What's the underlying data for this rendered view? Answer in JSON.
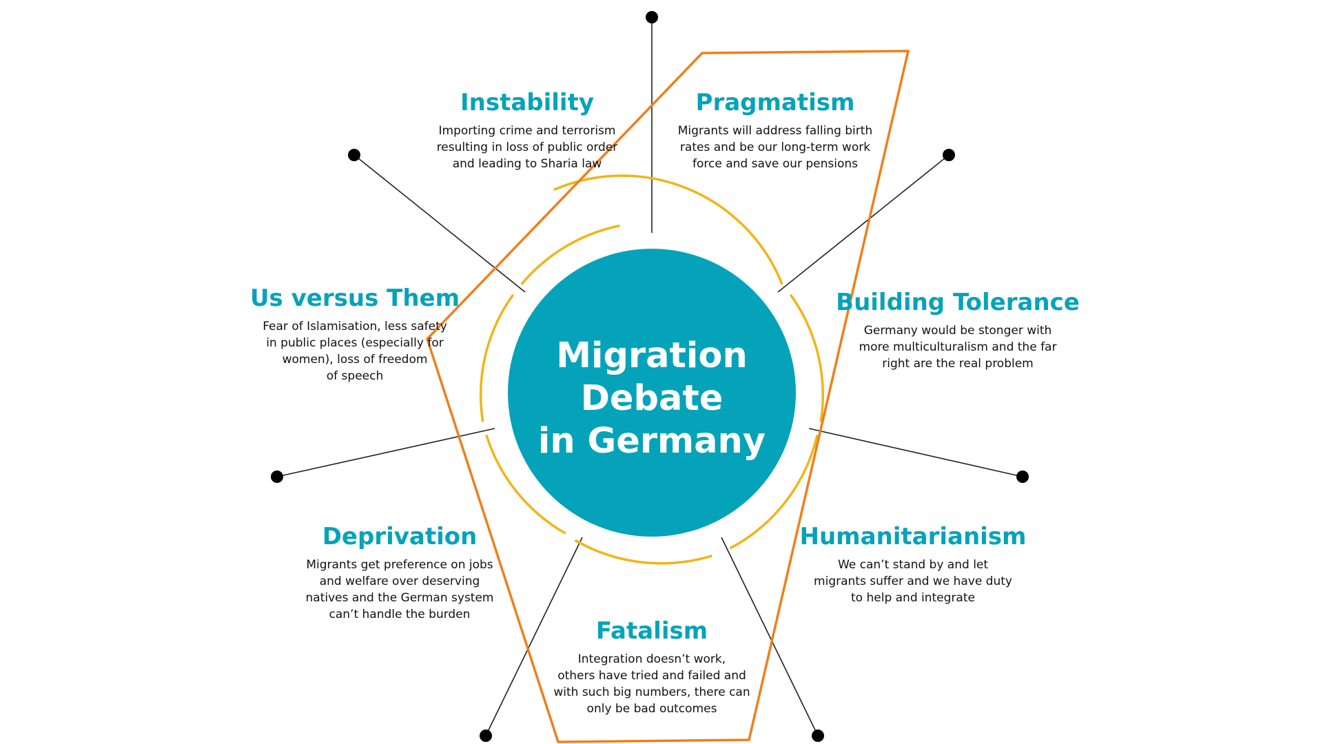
{
  "colors": {
    "teal": "#05a3ba",
    "orange": "#ef7f1a",
    "gold": "#f2b417",
    "text": "#111111",
    "dot": "#000000"
  },
  "center": {
    "lines": [
      "Migration",
      "Debate",
      "in Germany"
    ]
  },
  "themes": [
    {
      "title": "Instability",
      "description": "Importing crime and terrorism\nresulting in loss of public order\nand leading to Sharia law"
    },
    {
      "title": "Pragmatism",
      "description": "Migrants will address falling birth\nrates and be our long-term work\nforce and save our pensions"
    },
    {
      "title": "Us versus Them",
      "description": "Fear of Islamisation, less safety\nin public places (especially for\nwomen), loss of freedom\nof speech"
    },
    {
      "title": "Building Tolerance",
      "description": "Germany would be stonger with\nmore multiculturalism and the far\nright are the real problem"
    },
    {
      "title": "Deprivation",
      "description": "Migrants get preference on jobs\nand welfare over deserving\nnatives and the German system\ncan’t handle the burden"
    },
    {
      "title": "Humanitarianism",
      "description": "We can’t stand by and let\nmigrants suffer and we have duty\nto help and integrate"
    },
    {
      "title": "Fatalism",
      "description": "Integration doesn’t work,\nothers have tried and failed and\nwith such big numbers, there can\nonly be bad outcomes"
    }
  ]
}
